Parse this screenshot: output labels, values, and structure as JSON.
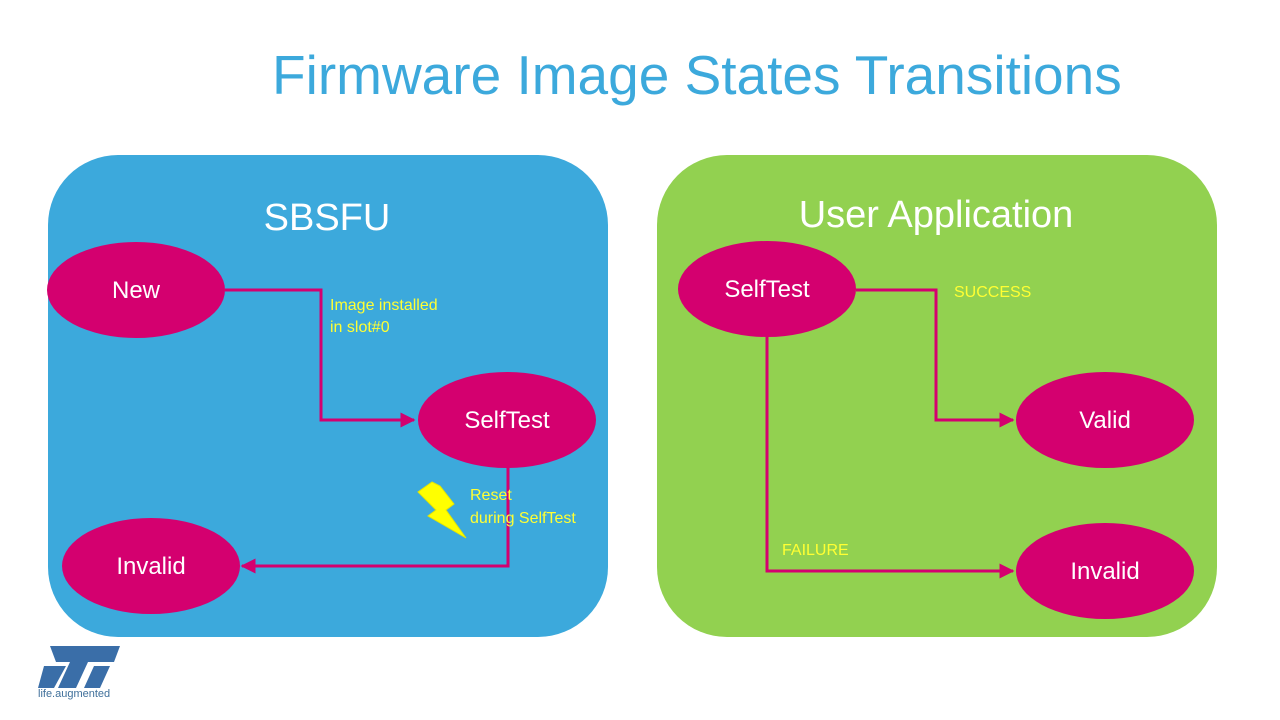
{
  "title": "Firmware Image States Transitions",
  "colors": {
    "title": "#3ca9dc",
    "sbsfu_panel": "#3ca9dc",
    "app_panel": "#92d150",
    "state": "#d4006f",
    "transition_label": "#ffff33",
    "bolt": "#ffff00"
  },
  "sbsfu": {
    "title": "SBSFU",
    "states": {
      "new": "New",
      "selftest": "SelfTest",
      "invalid": "Invalid"
    },
    "transitions": {
      "installed_line1": "Image installed",
      "installed_line2": "in slot#0",
      "reset_line1": "Reset",
      "reset_line2": "during SelfTest"
    }
  },
  "user_app": {
    "title": "User Application",
    "states": {
      "selftest": "SelfTest",
      "valid": "Valid",
      "invalid": "Invalid"
    },
    "transitions": {
      "success": "SUCCESS",
      "failure": "FAILURE"
    }
  },
  "logo": {
    "icon": "st-logo-icon",
    "tagline": "life.augmented"
  }
}
